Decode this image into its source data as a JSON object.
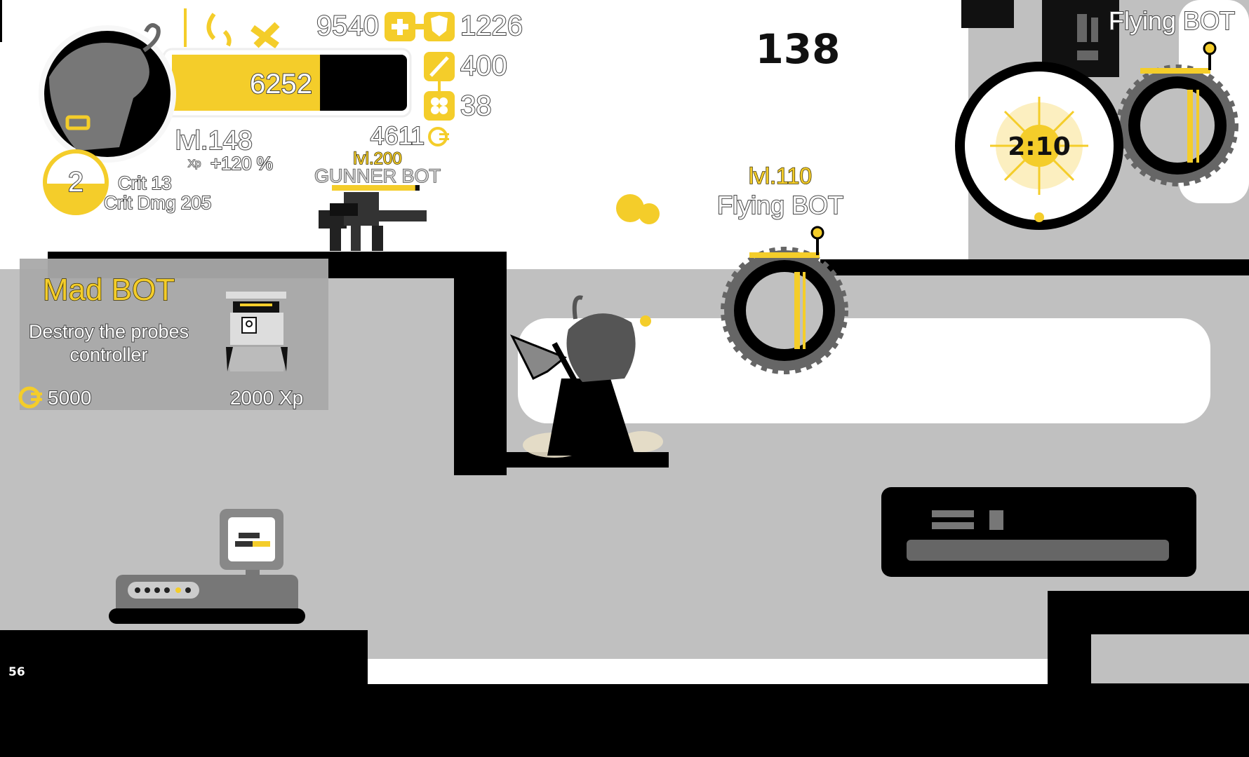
{
  "hud": {
    "health": "9540",
    "armor": "1226",
    "attack": "400",
    "luck": "38",
    "hp_bar_value": "6252",
    "hp_bar_fill": 0.63,
    "level": "lvl.148",
    "xp_label": "Xp",
    "xp_bonus": "+120 %",
    "potion_count": "2",
    "potion_fill": 0.45,
    "crit": "Crit  13",
    "crit_dmg": "Crit Dmg 205",
    "coins": "4611",
    "score": "138",
    "frame_counter": "56"
  },
  "enemies": {
    "gunner": {
      "level": "lvl.200",
      "name": "GUNNER BOT",
      "health_fill": 0.95
    },
    "flying_center": {
      "level": "lvl.110",
      "name": "Flying BOT"
    },
    "flying_right": {
      "name": "Flying BOT"
    }
  },
  "quest": {
    "title": "Mad BOT",
    "description_line1": "Destroy the probes",
    "description_line2": "controller",
    "reward_coins": "5000",
    "reward_xp": "2000 Xp"
  },
  "minimap": {
    "timer": "2:10"
  },
  "colors": {
    "accent": "#f4cd2a",
    "ground": "#000000",
    "wall": "#c0c0c0",
    "sky": "#ffffff"
  }
}
